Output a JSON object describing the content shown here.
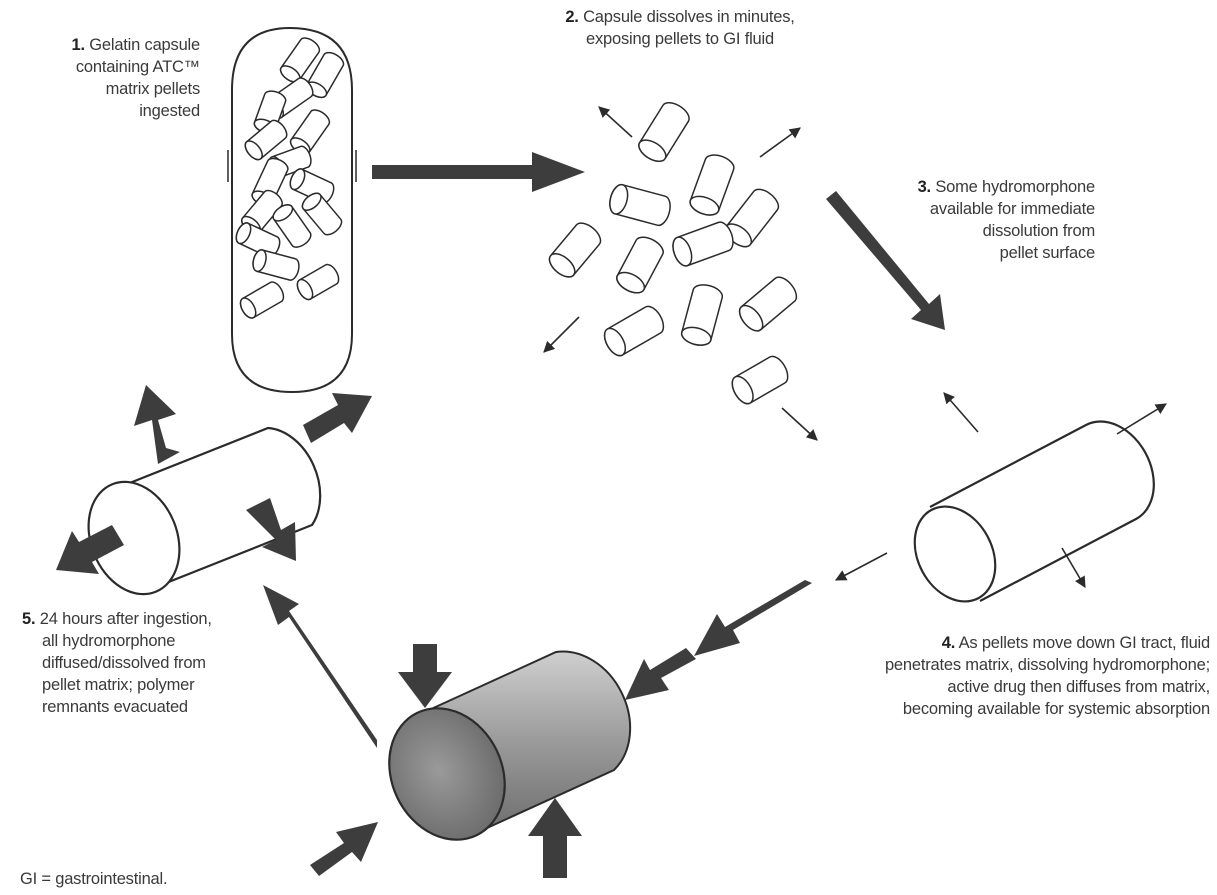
{
  "steps": [
    {
      "num": "1.",
      "lines": [
        "Gelatin capsule",
        "containing ATC™",
        "matrix pellets",
        "ingested"
      ]
    },
    {
      "num": "2.",
      "lines": [
        "Capsule dissolves in minutes,",
        "exposing pellets to GI fluid"
      ]
    },
    {
      "num": "3.",
      "lines": [
        "Some hydromorphone",
        "available for immediate",
        "dissolution from",
        "pellet surface"
      ]
    },
    {
      "num": "4.",
      "lines": [
        "As pellets move down GI tract, fluid",
        "penetrates matrix, dissolving hydromorphone;",
        "active drug then diffuses from matrix,",
        "becoming available for systemic absorption"
      ]
    },
    {
      "num": "5.",
      "lines": [
        "24 hours after ingestion,",
        "all hydromorphone",
        "diffused/dissolved from",
        "pellet matrix; polymer",
        "remnants evacuated"
      ]
    }
  ],
  "footnote": "GI = gastrointestinal.",
  "colors": {
    "line": "#2b2b2b",
    "arrow": "#3d3d3d",
    "text": "#3a3a3a"
  }
}
